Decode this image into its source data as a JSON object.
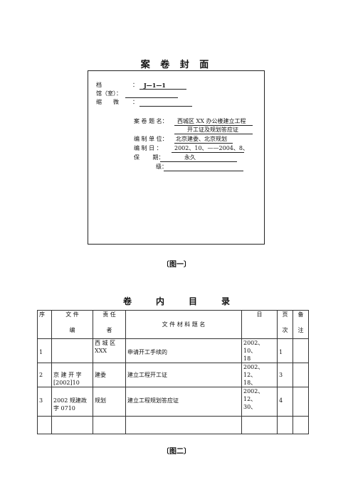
{
  "cover": {
    "title": "案 卷 封 面",
    "archive_label": "档",
    "archive_colon": "：",
    "archive_value": "J—1—1",
    "hall_label": "馆（室）：",
    "microfilm_label": "缩　　微",
    "microfilm_colon": "：",
    "case_title_label": "案 卷 题 名：",
    "case_title_line1": "西城区 XX 办公楼建立工程",
    "case_title_line2": "开工证及规划答应证",
    "unit_label": "编 制 单 位：",
    "unit_value": "北京建委、北京规划",
    "date_label": "编 制 日 ：",
    "date_value": "2002、10、——2004、8、",
    "retention_label": "保　　 期：",
    "retention_value": "永久",
    "security_label": "级："
  },
  "caption1": "〔图一〕",
  "catalog": {
    "title_chars": [
      "卷",
      "内",
      "目",
      "录"
    ],
    "headers": {
      "seq": "序",
      "file_no_top": "文 件",
      "file_no_bottom": "编",
      "resp_top": "责 任",
      "resp_bottom": "者",
      "material": "文 件 材 料 题 名",
      "date": "日",
      "page_top": "页",
      "page_bottom": "次",
      "remark_top": "备",
      "remark_bottom": "注"
    },
    "rows": [
      {
        "seq": "1",
        "file_no_top": "",
        "file_no_bottom": "",
        "resp_top": "西 城 区",
        "resp_bottom": "XXX",
        "title": "申请开工手续的",
        "date_top": "2002、10、",
        "date_bottom": "18",
        "page": "1"
      },
      {
        "seq": "2",
        "file_no_top": "京 建 开 字",
        "file_no_bottom": "[2002]10",
        "resp_top": "建委",
        "resp_bottom": "",
        "title": "建立工程开工证",
        "date_top": "2002、12、",
        "date_bottom": "18、",
        "page": "3"
      },
      {
        "seq": "3",
        "file_no_top": "2002 规建政",
        "file_no_bottom": "字 0710",
        "resp_top": "规划",
        "resp_bottom": "",
        "title": "建立工程规划答应证",
        "date_top": "2002、12、",
        "date_bottom": "30、",
        "page": "4"
      }
    ]
  },
  "caption2": "〔图二〕"
}
